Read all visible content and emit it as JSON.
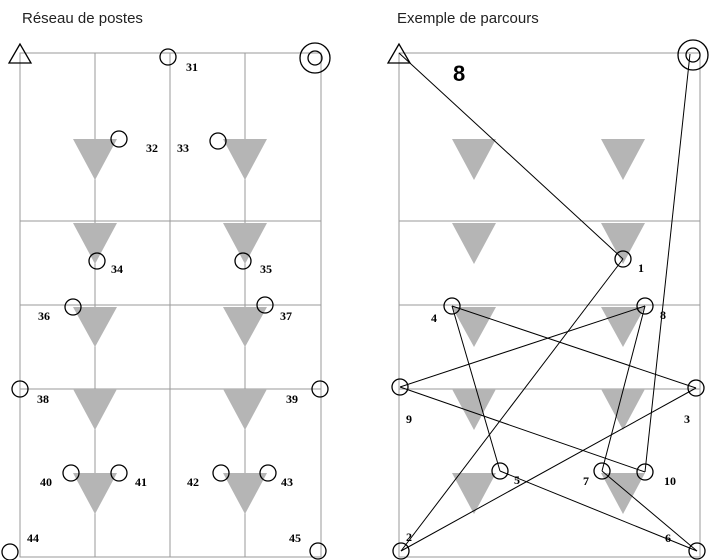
{
  "titles": {
    "left": "Réseau de postes",
    "right": "Exemple de parcours"
  },
  "left_labels": [
    "31",
    "32",
    "33",
    "34",
    "35",
    "36",
    "37",
    "38",
    "39",
    "40",
    "41",
    "42",
    "43",
    "44",
    "45"
  ],
  "right_labels": [
    "1",
    "2",
    "3",
    "4",
    "5",
    "6",
    "7",
    "8",
    "9",
    "10"
  ],
  "right_counter": "8",
  "icons": {
    "start": "triangle-outline-icon",
    "finish": "double-circle-icon",
    "post": "circle-icon",
    "marker": "gray-triangle-icon"
  }
}
